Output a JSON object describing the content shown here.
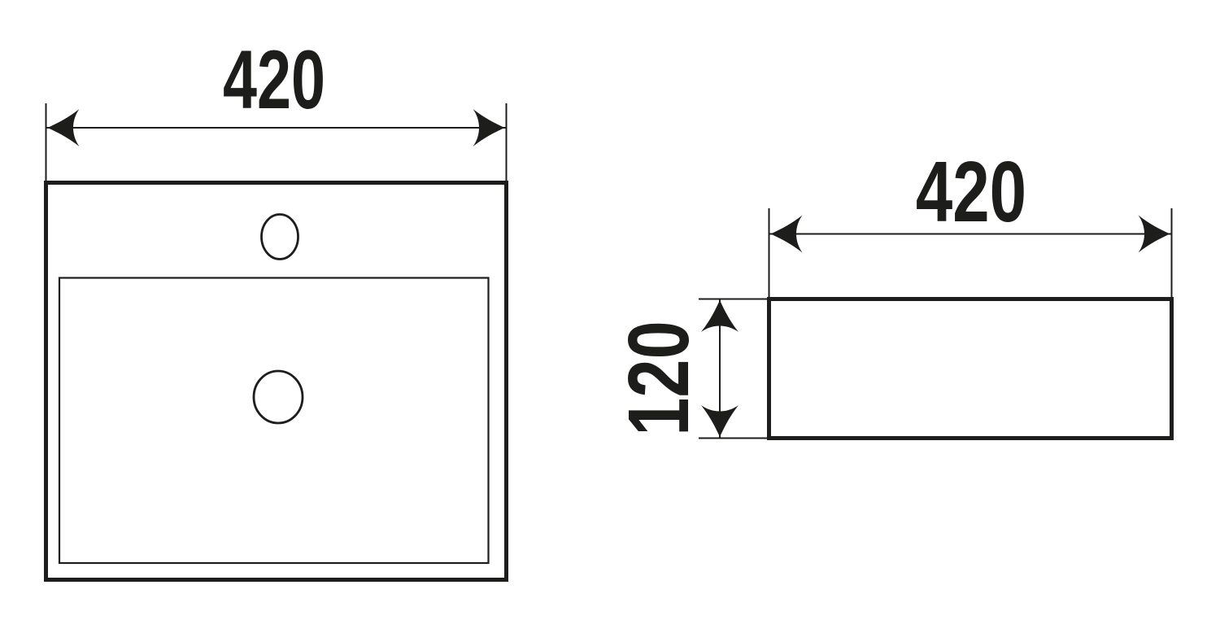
{
  "drawing": {
    "ink_color": "#1d1d1b",
    "background_color": "#ffffff",
    "top_view": {
      "width_label": "420"
    },
    "side_view": {
      "width_label": "420",
      "height_label": "120"
    }
  }
}
